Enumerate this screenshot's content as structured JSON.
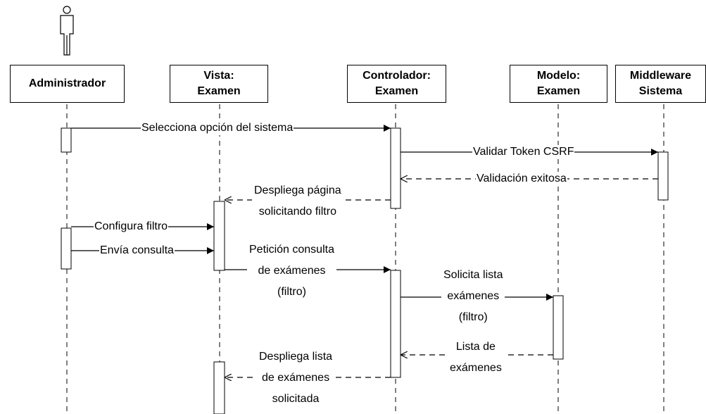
{
  "participants": [
    {
      "id": "admin",
      "name": "Administrador",
      "lines": [
        "Administrador"
      ]
    },
    {
      "id": "vista",
      "name": "Vista: Examen",
      "lines": [
        "Vista:",
        "Examen"
      ]
    },
    {
      "id": "controlador",
      "name": "Controlador: Examen",
      "lines": [
        "Controlador:",
        "Examen"
      ]
    },
    {
      "id": "modelo",
      "name": "Modelo: Examen",
      "lines": [
        "Modelo:",
        "Examen"
      ]
    },
    {
      "id": "middleware",
      "name": "Middleware Sistema",
      "lines": [
        "Middleware",
        "Sistema"
      ]
    }
  ],
  "messages": [
    {
      "id": "m1",
      "from": "admin",
      "to": "controlador",
      "style": "sync",
      "text": "Selecciona opción del sistema"
    },
    {
      "id": "m2",
      "from": "controlador",
      "to": "middleware",
      "style": "sync",
      "text": "Validar Token CSRF"
    },
    {
      "id": "m3",
      "from": "middleware",
      "to": "controlador",
      "style": "return",
      "text": "Validación exitosa"
    },
    {
      "id": "m4",
      "from": "controlador",
      "to": "vista",
      "style": "return",
      "lines": [
        "Despliega página",
        "solicitando filtro"
      ]
    },
    {
      "id": "m5",
      "from": "admin",
      "to": "vista",
      "style": "sync",
      "text": "Configura filtro"
    },
    {
      "id": "m6",
      "from": "admin",
      "to": "vista",
      "style": "sync",
      "text": "Envía consulta"
    },
    {
      "id": "m7",
      "from": "vista",
      "to": "controlador",
      "style": "sync",
      "lines": [
        "Petición consulta",
        "de exámenes",
        "(filtro)"
      ]
    },
    {
      "id": "m8",
      "from": "controlador",
      "to": "modelo",
      "style": "sync",
      "lines": [
        "Solicita lista",
        "exámenes",
        "(filtro)"
      ]
    },
    {
      "id": "m9",
      "from": "modelo",
      "to": "controlador",
      "style": "return",
      "lines": [
        "Lista de",
        "exámenes"
      ]
    },
    {
      "id": "m10",
      "from": "controlador",
      "to": "vista",
      "style": "return",
      "lines": [
        "Despliega lista",
        "de exámenes",
        "solicitada"
      ]
    }
  ]
}
